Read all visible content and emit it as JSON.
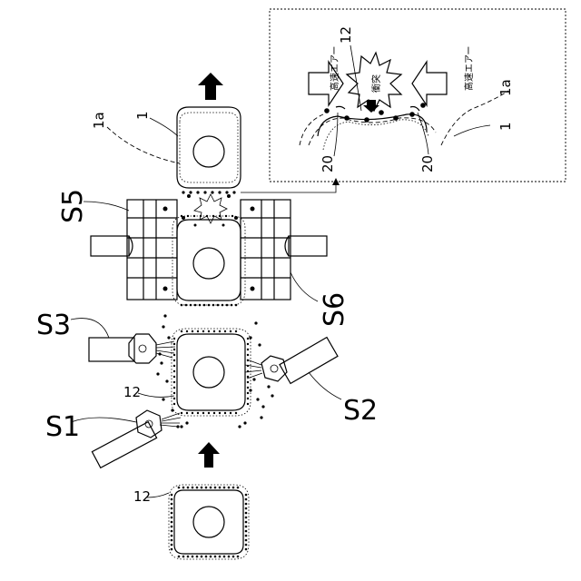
{
  "labels": {
    "s1": "S1",
    "s2": "S2",
    "s3": "S3",
    "s5": "S5",
    "s6": "S6",
    "ref_12_bottom": "12",
    "ref_12_mid": "12",
    "ref_12_inset": "12",
    "ref_1": "1",
    "ref_1a": "1a",
    "ref_1_inset": "1",
    "ref_1a_inset": "1a",
    "ref_20_left": "20",
    "ref_20_right": "20"
  },
  "inset": {
    "air_left": "高速エアー",
    "air_right": "高速エアー",
    "collision": "衝突"
  },
  "icons": [
    "up-arrow-icon",
    "collision-burst-icon",
    "air-jet-arrow-icon"
  ]
}
